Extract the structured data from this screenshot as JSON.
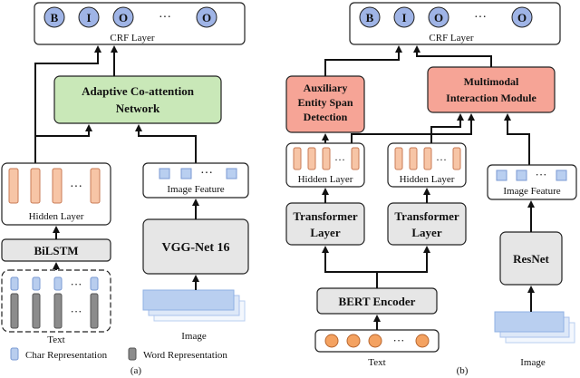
{
  "panel_a": {
    "tags": [
      "B",
      "I",
      "O",
      "···",
      "O"
    ],
    "crf": "CRF Layer",
    "coattention": [
      "Adaptive Co-attention",
      "Network"
    ],
    "hidden_dots": "···",
    "hidden": "Hidden Layer",
    "image_dots": "···",
    "image_feature": "Image Feature",
    "bilstm": "BiLSTM",
    "vgg": "VGG-Net 16",
    "text_dots": "···",
    "text_label": "Text",
    "image_label": "Image",
    "legend_char": "Char Representation",
    "legend_word": "Word Representation",
    "caption": "(a)"
  },
  "panel_b": {
    "tags": [
      "B",
      "I",
      "O",
      "···",
      "O"
    ],
    "crf": "CRF Layer",
    "aux": [
      "Auxiliary",
      "Entity Span",
      "Detection"
    ],
    "mim": [
      "Multimodal",
      "Interaction Module"
    ],
    "hidden_left": "Hidden Layer",
    "hidden_right": "Hidden Layer",
    "hidden_dots": "···",
    "image_dots": "···",
    "image_feature": "Image Feature",
    "transformer_left": [
      "Transformer",
      "Layer"
    ],
    "transformer_right": [
      "Transformer",
      "Layer"
    ],
    "resnet": "ResNet",
    "bert": "BERT Encoder",
    "text_dots": "···",
    "text_label": "Text",
    "image_label": "Image",
    "caption": "(b)"
  },
  "colors": {
    "tag_fill": "#9fb4e6",
    "co_fill": "#c9e8b8",
    "salmon_fill": "#f6a496",
    "hidden_bar": "#f7c5a6",
    "feature_sq": "#b9cff0",
    "gray_box": "#e6e6e6",
    "char_bar": "#b8cdee",
    "word_bar": "#8c8c8c",
    "token_fill": "#f4a261"
  }
}
